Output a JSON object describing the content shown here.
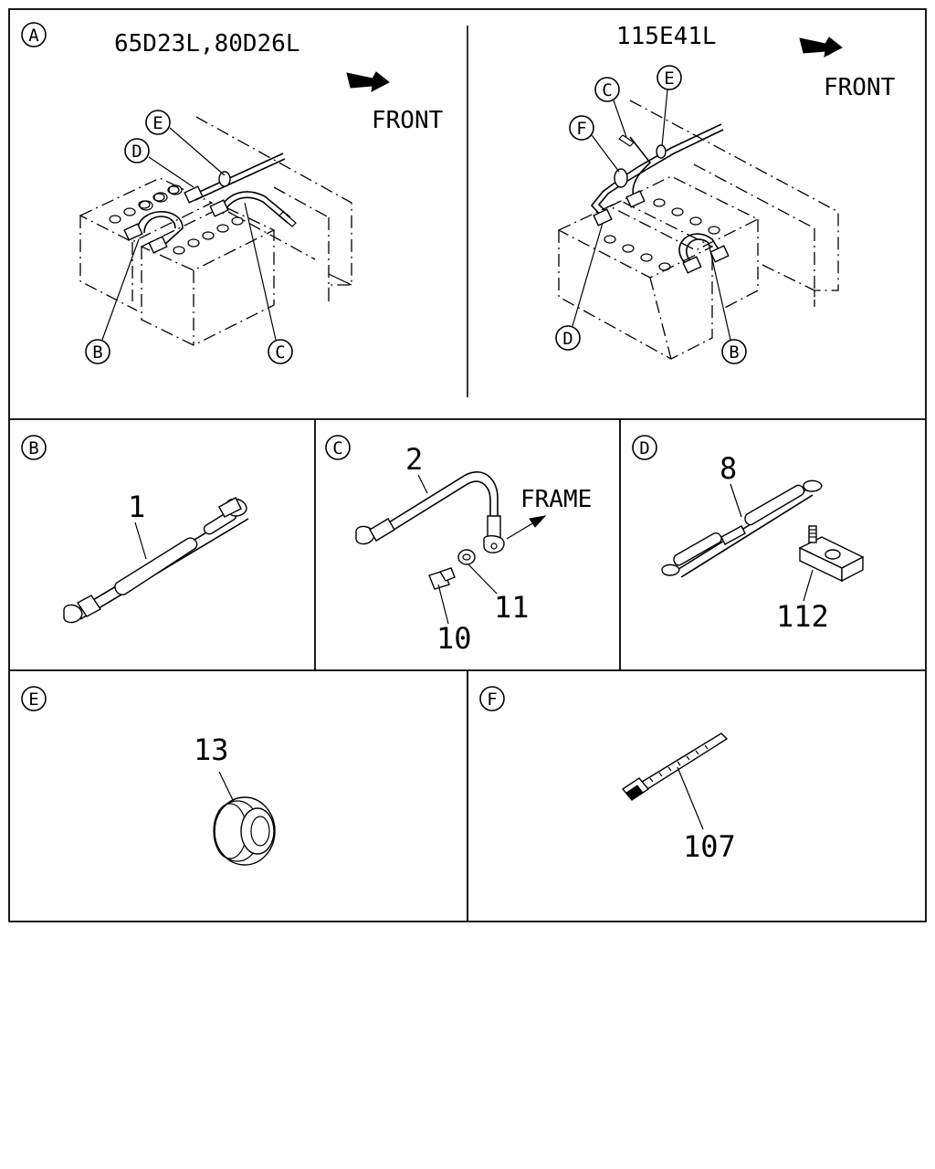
{
  "panels": {
    "A": {
      "badge": "A",
      "left": {
        "title": "65D23L,80D26L",
        "front": "FRONT",
        "callouts": [
          "E",
          "D",
          "B",
          "C"
        ]
      },
      "right": {
        "title": "115E41L",
        "front": "FRONT",
        "callouts": [
          "C",
          "E",
          "F",
          "D",
          "B"
        ]
      }
    },
    "B": {
      "badge": "B",
      "parts": [
        "1"
      ]
    },
    "C": {
      "badge": "C",
      "parts": [
        "2",
        "11",
        "10"
      ],
      "frame_label": "FRAME"
    },
    "D": {
      "badge": "D",
      "parts": [
        "8",
        "112"
      ]
    },
    "E": {
      "badge": "E",
      "parts": [
        "13"
      ]
    },
    "F": {
      "badge": "F",
      "parts": [
        "107"
      ]
    }
  }
}
